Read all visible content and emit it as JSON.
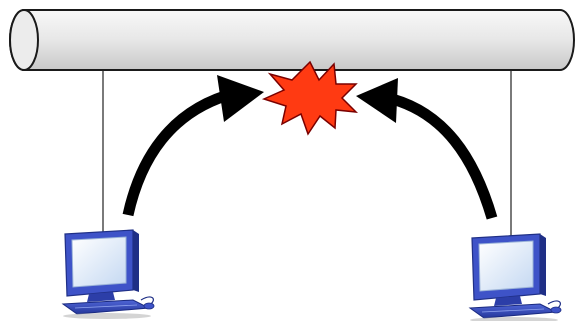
{
  "diagram": {
    "description_text": "",
    "elements": {
      "bus": "shared-bus-cable",
      "left_node": "computer-icon",
      "right_node": "computer-icon",
      "left_signal": "transmission-arrow",
      "right_signal": "transmission-arrow",
      "event": "collision-burst-icon"
    },
    "colors": {
      "background": "#ffffff",
      "cable_fill": "#e9e9e9",
      "cable_stroke": "#1a1a1a",
      "arrow": "#000000",
      "burst_fill": "#ff3a12",
      "burst_stroke": "#7a0000",
      "monitor_body": "#3e53c8",
      "monitor_shadow": "#1f2f86",
      "screen": "#dbe7f7"
    }
  }
}
